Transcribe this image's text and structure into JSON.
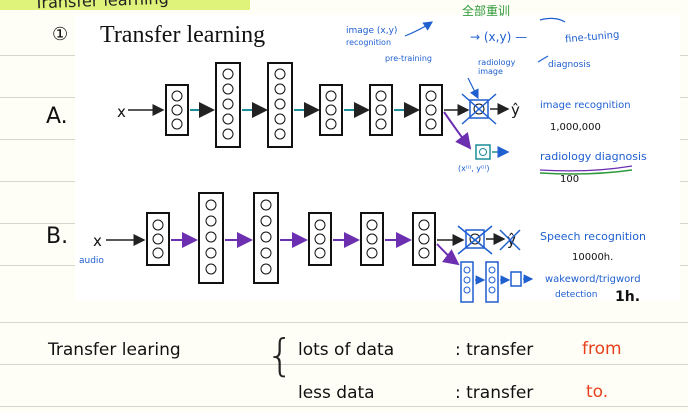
{
  "header_fragment": "Transfer learning",
  "slide": {
    "number": "①",
    "title": "Transfer learning",
    "section_a": "A.",
    "section_b": "B.",
    "x_label": "x",
    "y_hat": "ŷ",
    "y_hat_b": "ŷ",
    "audio_label": "audio"
  },
  "annotations": {
    "chinese_top": "全部重训",
    "image_recog_pretrain": "image (x,y)",
    "recognition": "recognition",
    "pre_training": "pre-training",
    "xy_arrow": "→ (x,y) —",
    "fine_tuning": "fine-tuning",
    "radiology_image": "radiology image",
    "diagnosis": "diagnosis",
    "image_recognition": "image recognition",
    "count_a": "1,000,000",
    "radiology_diagnosis": "radiology diagnosis",
    "xy_sup": "(x⁽ⁱ⁾, y⁽ⁱ⁾)",
    "count_a2": "100",
    "speech_recognition": "Speech recognition",
    "count_b": "10000h.",
    "wakeword": "wakeword/trigword",
    "detection": "detection",
    "count_b2": "1h."
  },
  "notes": {
    "left": "Transfer learing",
    "brace": "{",
    "row1_left": "lots of data",
    "row1_mid": ":  transfer",
    "row1_right": "from",
    "row2_left": "less   data",
    "row2_mid": ":  transfer",
    "row2_right": "to.",
    "accent_red": "#e8401c",
    "accent_green": "#2f9a3d",
    "accent_blue": "#1f5fd0",
    "accent_purple": "#6b2fb0",
    "accent_teal": "#1c8e9a",
    "highlight": "#dff27a"
  }
}
